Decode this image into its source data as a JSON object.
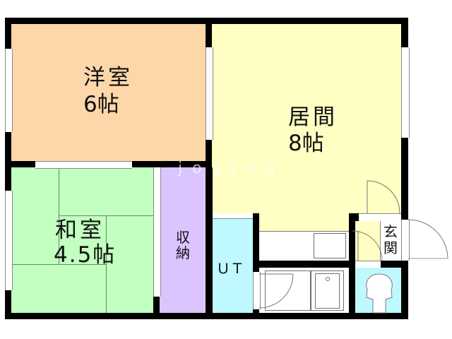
{
  "floor_plan": {
    "rooms": [
      {
        "id": "western-room",
        "name": "洋室",
        "size": "6帖",
        "color": "#fdd7aa"
      },
      {
        "id": "living-room",
        "name": "居間",
        "size": "8帖",
        "color": "#ffffc3"
      },
      {
        "id": "japanese-room",
        "name": "和室",
        "size": "4.5帖",
        "color": "#c2ffc0"
      },
      {
        "id": "storage",
        "name": "収納",
        "color": "#dcc4ff"
      },
      {
        "id": "unit-bath",
        "name": "ＵＴ",
        "color": "#bff9ff"
      },
      {
        "id": "entrance",
        "name": "玄関",
        "color": "#ffffff"
      },
      {
        "id": "toilet",
        "color": "#bff9ff"
      }
    ],
    "labels": {
      "western_name": "洋室",
      "western_size": "6帖",
      "living_name": "居間",
      "living_size": "8帖",
      "japanese_name": "和室",
      "japanese_size": "4.5帖",
      "storage_line1": "収",
      "storage_line2": "納",
      "ut": "ＵＴ",
      "entrance_line1": "玄",
      "entrance_line2": "関"
    },
    "watermark": "jogjog",
    "colors": {
      "wall": "#000000",
      "western": "#fdd7aa",
      "living": "#ffffc3",
      "japanese": "#c2ffc0",
      "storage": "#dcc4ff",
      "wet": "#bff9ff"
    }
  }
}
